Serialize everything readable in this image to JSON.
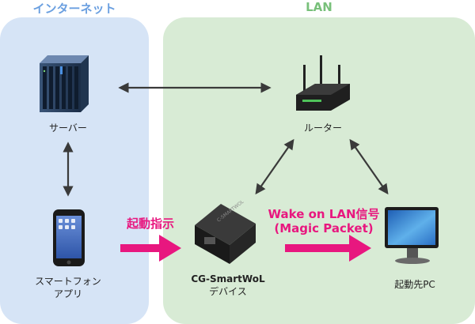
{
  "regions": {
    "internet": "インターネット",
    "lan": "LAN"
  },
  "devices": {
    "server": "サーバー",
    "router": "ルーター",
    "app_line1": "スマートフォン",
    "app_line2": "アプリ",
    "smartwol_line1": "CG-SmartWoL",
    "smartwol_line2": "デバイス",
    "pc": "起動先PC"
  },
  "arrows": {
    "boot_command": "起動指示",
    "wol_line1": "Wake on LAN信号",
    "wol_line2": "(Magic Packet)"
  },
  "colors": {
    "internet_panel": "#d6e4f6",
    "lan_panel": "#d8ebd5",
    "internet_title": "#6a9fe0",
    "lan_title": "#78c07a",
    "accent_pink": "#e8177f",
    "connector": "#3a3a3a"
  }
}
